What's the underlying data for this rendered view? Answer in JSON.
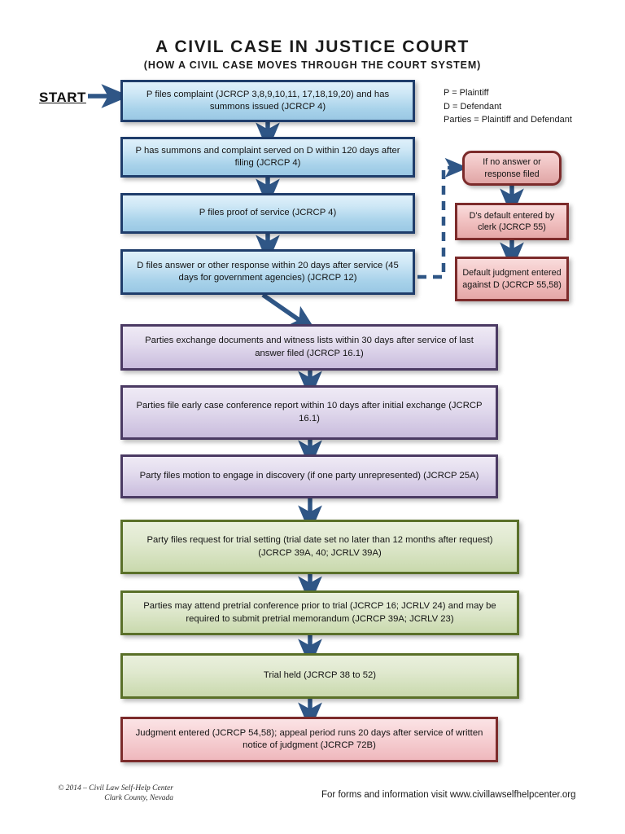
{
  "document": {
    "title": "A CIVIL CASE IN JUSTICE COURT",
    "subtitle": "(HOW A CIVIL CASE MOVES THROUGH THE COURT SYSTEM)"
  },
  "start": {
    "label": "START"
  },
  "legend": {
    "line1": "P = Plaintiff",
    "line2": "D = Defendant",
    "line3": "Parties = Plaintiff and Defendant"
  },
  "colors": {
    "blue_border": "#1f3d6b",
    "blue_fill": "#bfe0f2",
    "red_border": "#7c2b2b",
    "red_fill": "#eebcbc",
    "purple_border": "#4b3a63",
    "purple_fill": "#d8cee8",
    "green_border": "#5a7029",
    "green_fill": "#d7e3bd",
    "pink_border": "#7c2b2b",
    "pink_fill": "#f5cbd0",
    "arrow": "#2f5686"
  },
  "main_flow": [
    {
      "id": "complaint-filed",
      "text": "P files complaint (JCRCP 3,8,9,10,11, 17,18,19,20) and has summons issued (JCRCP 4)",
      "color": "blue"
    },
    {
      "id": "summons-served",
      "text": "P has summons and complaint served on D within 120 days after filing (JCRCP 4)",
      "color": "blue"
    },
    {
      "id": "proof-of-service",
      "text": "P files proof of service (JCRCP 4)",
      "color": "blue"
    },
    {
      "id": "answer-filed",
      "text": "D files answer or other response within 20 days after service (45 days for government agencies) (JCRCP 12)",
      "color": "blue"
    },
    {
      "id": "exchange-documents",
      "text": "Parties exchange documents and witness lists within 30 days after service of last answer filed (JCRCP 16.1)",
      "color": "purple"
    },
    {
      "id": "early-case-conference-report",
      "text": "Parties file early case conference report within 10 days after initial exchange (JCRCP 16.1)",
      "color": "purple"
    },
    {
      "id": "motion-to-engage-discovery",
      "text": "Party files motion to engage in discovery (if one party unrepresented) (JCRCP 25A)",
      "color": "purple"
    },
    {
      "id": "request-trial-setting",
      "text": "Party files request for trial setting (trial date set no later than 12 months after request) (JCRCP 39A, 40; JCRLV 39A)",
      "color": "green"
    },
    {
      "id": "pretrial-conference",
      "text": "Parties may attend pretrial conference prior to trial (JCRCP 16; JCRLV 24) and may be required to submit pretrial memorandum (JCRCP 39A; JCRLV 23)",
      "color": "green"
    },
    {
      "id": "trial-held",
      "text": "Trial held (JCRCP 38 to 52)",
      "color": "green"
    },
    {
      "id": "judgment-entered",
      "text": "Judgment entered (JCRCP 54,58); appeal period runs 20 days after service of written notice of judgment (JCRCP 72B)",
      "color": "pink"
    }
  ],
  "default_branch": [
    {
      "id": "no-answer-filed",
      "text": "If no answer or response filed",
      "color": "red-round"
    },
    {
      "id": "default-entered",
      "text": "D's default entered by clerk (JCRCP 55)",
      "color": "red"
    },
    {
      "id": "default-judgment",
      "text": "Default judgment entered against D (JCRCP 55,58)",
      "color": "red"
    }
  ],
  "footer": {
    "copyright_line1": "© 2014 – Civil Law Self-Help Center",
    "copyright_line2": "Clark County, Nevada",
    "info": "For forms and information visit www.civillawselfhelpcenter.org"
  }
}
